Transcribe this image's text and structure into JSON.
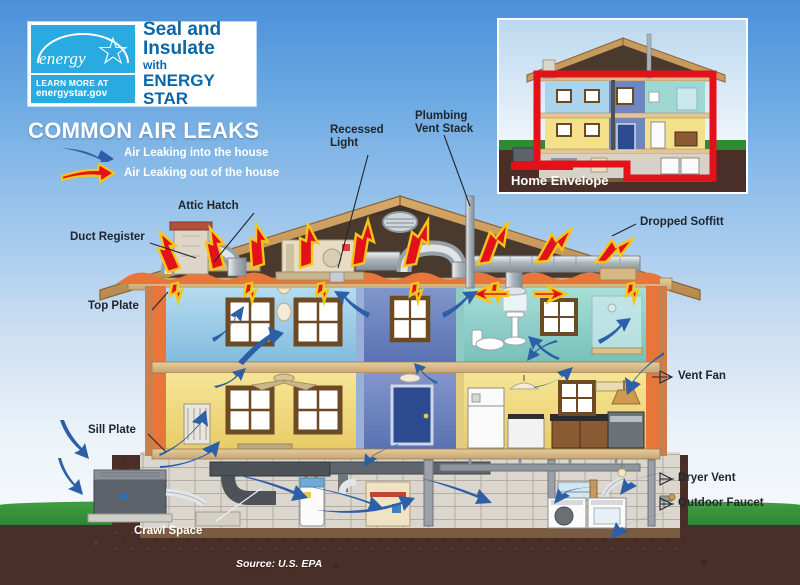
{
  "meta": {
    "title": "Common Air Leaks",
    "source": "Source: U.S. EPA"
  },
  "logo": {
    "brand_word": "energy",
    "star_icon": "star-icon",
    "learn_line1": "LEARN MORE AT",
    "learn_line2": "energystar.gov",
    "title_line1": "Seal and",
    "title_line2": "Insulate",
    "title_line3": "with",
    "title_line4": "ENERGY STAR",
    "color_blue": "#29abe2",
    "color_text_blue": "#0b66a8"
  },
  "legend": {
    "title": "COMMON AIR LEAKS",
    "items": [
      {
        "label": "Air Leaking into the house",
        "color": "#2c5fa8",
        "icon": "blue-arrow-icon"
      },
      {
        "label": "Air Leaking out of the house",
        "color": "#e3121a",
        "outline": "#f5c518",
        "icon": "red-arrow-icon"
      }
    ]
  },
  "inset": {
    "caption": "Home Envelope",
    "envelope_color": "#e3121a"
  },
  "callouts": [
    {
      "id": "duct-register",
      "label": "Duct Register"
    },
    {
      "id": "attic-hatch",
      "label": "Attic Hatch"
    },
    {
      "id": "recessed-light",
      "label": "Recessed\nLight"
    },
    {
      "id": "plumbing-vent-stack",
      "label": "Plumbing\nVent Stack"
    },
    {
      "id": "dropped-soffitt",
      "label": "Dropped Soffitt"
    },
    {
      "id": "top-plate",
      "label": "Top Plate"
    },
    {
      "id": "vent-fan",
      "label": "Vent Fan"
    },
    {
      "id": "sill-plate",
      "label": "Sill Plate"
    },
    {
      "id": "dryer-vent",
      "label": "Dryer Vent"
    },
    {
      "id": "outdoor-faucet",
      "label": "Outdoor Faucet"
    },
    {
      "id": "crawl-space",
      "label": "Crawl Space"
    }
  ],
  "palette": {
    "sky_top": "#4a90d9",
    "sky_bottom": "#f6f9fc",
    "grass": "#2e8b34",
    "soil": "#4a2f28",
    "roof_wood": "#c79a5e",
    "attic": "#4a3a2d",
    "insulation": "#e8763a",
    "room_blue": "#a9d4ec",
    "room_yellow": "#f4e08a",
    "room_teal": "#9fd8d2",
    "room_navy": "#5f77b5",
    "basement": "#d9d5cd"
  }
}
